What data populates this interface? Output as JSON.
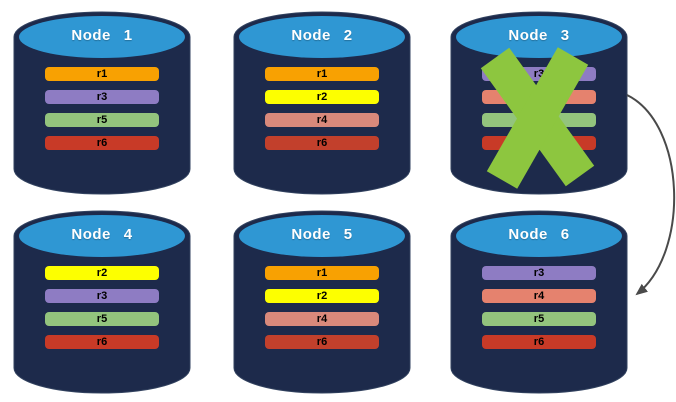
{
  "diagram": {
    "background": "#FFFFFF",
    "colors": {
      "cylinder_body": "#1D2A4B",
      "cylinder_edge": "#32425F",
      "cylinder_top": "#2F97D3",
      "title_text": "#FFFFFF",
      "bar_text": "#000000",
      "failure_x": "#8DC63F",
      "arrow": "#4A4A4A"
    }
  },
  "nodes": [
    {
      "title": "Node 1",
      "replicas": [
        {
          "label": "r1",
          "color": "#F8A102"
        },
        {
          "label": "r3",
          "color": "#8E7CC3"
        },
        {
          "label": "r5",
          "color": "#93C47D"
        },
        {
          "label": "r6",
          "color": "#C83A27"
        }
      ]
    },
    {
      "title": "Node 2",
      "replicas": [
        {
          "label": "r1",
          "color": "#F8A102"
        },
        {
          "label": "r2",
          "color": "#FDFF00"
        },
        {
          "label": "r4",
          "color": "#D9897B"
        },
        {
          "label": "r6",
          "color": "#C2402C"
        }
      ]
    },
    {
      "title": "Node 3",
      "replicas": [
        {
          "label": "r3",
          "color": "#8E7CC3"
        },
        {
          "label": "",
          "color": "#E5826E"
        },
        {
          "label": "",
          "color": "#93C47D"
        },
        {
          "label": "",
          "color": "#C83A27"
        }
      ]
    },
    {
      "title": "Node 4",
      "replicas": [
        {
          "label": "r2",
          "color": "#FDFF00"
        },
        {
          "label": "r3",
          "color": "#8E7CC3"
        },
        {
          "label": "r5",
          "color": "#93C47D"
        },
        {
          "label": "r6",
          "color": "#C83A27"
        }
      ]
    },
    {
      "title": "Node 5",
      "replicas": [
        {
          "label": "r1",
          "color": "#F8A102"
        },
        {
          "label": "r2",
          "color": "#FDFF00"
        },
        {
          "label": "r4",
          "color": "#D9897B"
        },
        {
          "label": "r6",
          "color": "#C2402C"
        }
      ]
    },
    {
      "title": "Node 6",
      "replicas": [
        {
          "label": "r3",
          "color": "#8E7CC3"
        },
        {
          "label": "r4",
          "color": "#E5826E"
        },
        {
          "label": "r5",
          "color": "#93C47D"
        },
        {
          "label": "r6",
          "color": "#C83A27"
        }
      ]
    }
  ],
  "annotations": {
    "failure_x_node": "Node 3",
    "arrow": {
      "from": "Node 3",
      "to": "Node 6"
    }
  }
}
